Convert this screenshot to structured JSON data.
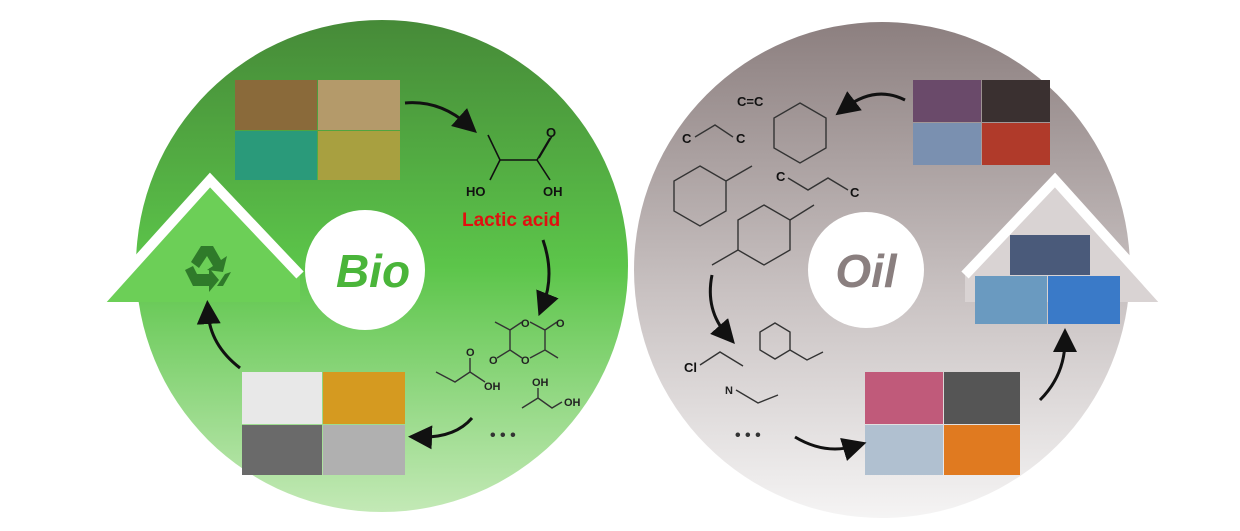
{
  "bio": {
    "label": "Bio",
    "lactic_acid_label": "Lactic acid",
    "lactic_ho": "HO",
    "lactic_oh": "OH",
    "lactic_o": "O",
    "lactide_o": "O",
    "acrylic_o": "O",
    "acrylic_oh": "OH",
    "diol_oh1": "OH",
    "diol_oh2": "OH",
    "ellipsis": "• • •",
    "colors": {
      "green_top": "#4a8f3a",
      "green_mid": "#5cc24a",
      "green_bottom": "#b5e3a6",
      "lactic_red": "#e01010"
    }
  },
  "oil": {
    "label": "Oil",
    "ethylene": "C=C",
    "propylene_c1": "C",
    "propylene_c2": "C",
    "butadiene_c1": "C",
    "butadiene_c2": "C",
    "vinyl_chloride_cl": "Cl",
    "acrylonitrile_n": "N",
    "ellipsis": "• • •",
    "colors": {
      "gray_top": "#8f8383",
      "gray_bottom": "#f2f0f0",
      "label": "#8a7f7f"
    }
  }
}
